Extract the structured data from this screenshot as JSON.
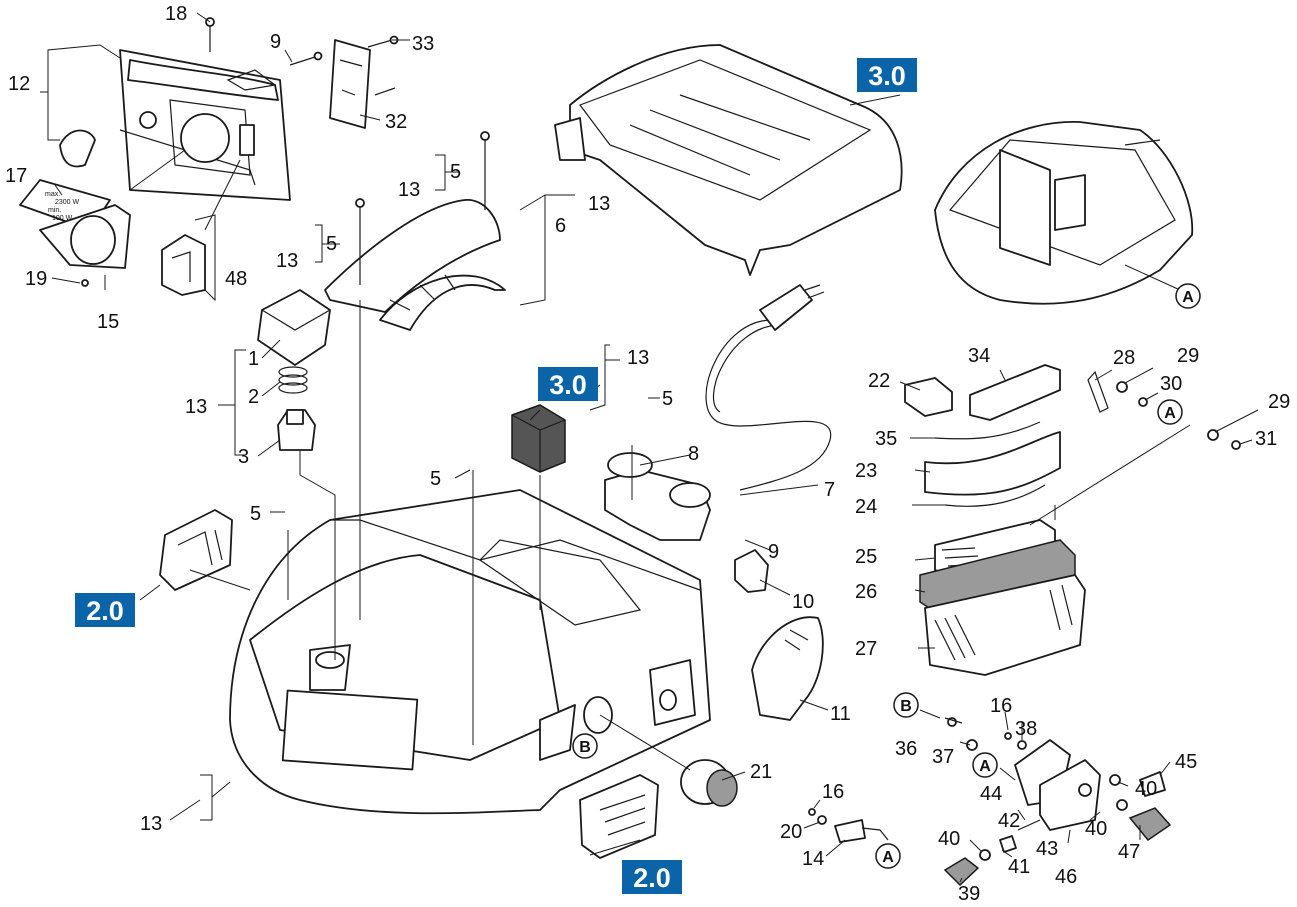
{
  "callouts": [
    {
      "id": "c18",
      "text": "18"
    },
    {
      "id": "c9a",
      "text": "9"
    },
    {
      "id": "c33",
      "text": "33"
    },
    {
      "id": "c12",
      "text": "12"
    },
    {
      "id": "c32",
      "text": "32"
    },
    {
      "id": "c17",
      "text": "17"
    },
    {
      "id": "c19",
      "text": "19"
    },
    {
      "id": "c15",
      "text": "15"
    },
    {
      "id": "c48",
      "text": "48"
    },
    {
      "id": "c13a",
      "text": "13"
    },
    {
      "id": "c5a",
      "text": "5"
    },
    {
      "id": "c6",
      "text": "6"
    },
    {
      "id": "c13b",
      "text": "13"
    },
    {
      "id": "c13c",
      "text": "13"
    },
    {
      "id": "c5b",
      "text": "5"
    },
    {
      "id": "c1",
      "text": "1"
    },
    {
      "id": "c2",
      "text": "2"
    },
    {
      "id": "c13d",
      "text": "13"
    },
    {
      "id": "c3",
      "text": "3"
    },
    {
      "id": "c5c",
      "text": "5"
    },
    {
      "id": "c13e",
      "text": "13"
    },
    {
      "id": "c5d",
      "text": "5"
    },
    {
      "id": "c8",
      "text": "8"
    },
    {
      "id": "c5e",
      "text": "5"
    },
    {
      "id": "c7",
      "text": "7"
    },
    {
      "id": "c9b",
      "text": "9"
    },
    {
      "id": "c10",
      "text": "10"
    },
    {
      "id": "c11",
      "text": "11"
    },
    {
      "id": "c21",
      "text": "21"
    },
    {
      "id": "c13f",
      "text": "13"
    },
    {
      "id": "c34",
      "text": "34"
    },
    {
      "id": "c22",
      "text": "22"
    },
    {
      "id": "c28",
      "text": "28"
    },
    {
      "id": "c29a",
      "text": "29"
    },
    {
      "id": "c30",
      "text": "30"
    },
    {
      "id": "c29b",
      "text": "29"
    },
    {
      "id": "c31",
      "text": "31"
    },
    {
      "id": "c35",
      "text": "35"
    },
    {
      "id": "c23",
      "text": "23"
    },
    {
      "id": "c24",
      "text": "24"
    },
    {
      "id": "c25",
      "text": "25"
    },
    {
      "id": "c26",
      "text": "26"
    },
    {
      "id": "c27",
      "text": "27"
    },
    {
      "id": "c36",
      "text": "36"
    },
    {
      "id": "c16a",
      "text": "16"
    },
    {
      "id": "c38",
      "text": "38"
    },
    {
      "id": "c37",
      "text": "37"
    },
    {
      "id": "c45",
      "text": "45"
    },
    {
      "id": "c44",
      "text": "44"
    },
    {
      "id": "c40a",
      "text": "40"
    },
    {
      "id": "c40b",
      "text": "40"
    },
    {
      "id": "c16b",
      "text": "16"
    },
    {
      "id": "c20",
      "text": "20"
    },
    {
      "id": "c14",
      "text": "14"
    },
    {
      "id": "c42",
      "text": "42"
    },
    {
      "id": "c43",
      "text": "43"
    },
    {
      "id": "c40c",
      "text": "40"
    },
    {
      "id": "c41",
      "text": "41"
    },
    {
      "id": "c46",
      "text": "46"
    },
    {
      "id": "c47",
      "text": "47"
    },
    {
      "id": "c39",
      "text": "39"
    }
  ],
  "section_tags": [
    {
      "id": "t30a",
      "text": "3.0"
    },
    {
      "id": "t30b",
      "text": "3.0"
    },
    {
      "id": "t20a",
      "text": "2.0"
    },
    {
      "id": "t20b",
      "text": "2.0"
    }
  ],
  "connectors": [
    {
      "id": "A1",
      "text": "A"
    },
    {
      "id": "A2",
      "text": "A"
    },
    {
      "id": "A3",
      "text": "A"
    },
    {
      "id": "A4",
      "text": "A"
    },
    {
      "id": "B1",
      "text": "B"
    },
    {
      "id": "B2",
      "text": "B"
    }
  ],
  "socket_label": {
    "line1": "max.",
    "line2": "2300 W",
    "line3": "min.",
    "line4": "100 W"
  },
  "colors": {
    "tag_bg": "#0b64a8",
    "line": "#1a1a1a",
    "paper": "#ffffff"
  }
}
